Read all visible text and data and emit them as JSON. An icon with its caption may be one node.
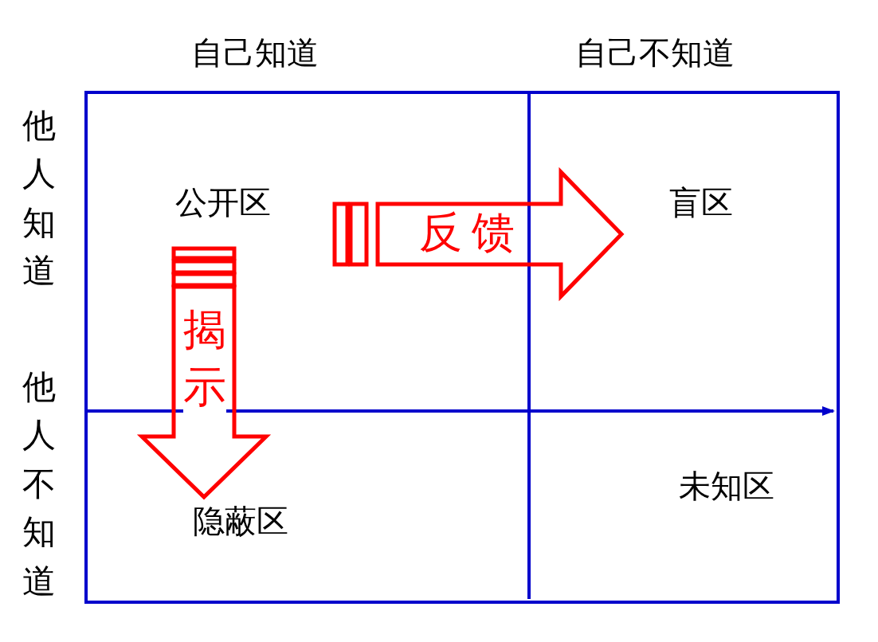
{
  "diagram": {
    "nodes": [
      {
        "text": [
          "公开区"
        ]
      },
      {
        "text": [
          "盲区"
        ]
      },
      {
        "text": [
          "隐蔽区"
        ]
      },
      {
        "text": [
          "未知区"
        ]
      }
    ],
    "edges": [
      {
        "from": 0,
        "to": 1,
        "arrow": "to",
        "label": "反馈",
        "style": "thick",
        "color": "#ff0000"
      },
      {
        "from": 0,
        "to": 2,
        "arrow": "to",
        "label": "揭示",
        "style": "thick",
        "color": "#ff0000"
      }
    ],
    "labels": [
      "自己知道",
      "自己不知道",
      "他人知道",
      "他人不知道"
    ]
  }
}
